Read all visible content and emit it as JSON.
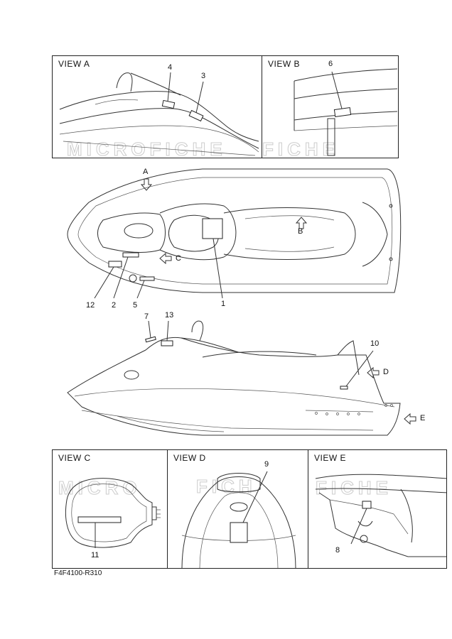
{
  "views": {
    "a": {
      "title": "VIEW A"
    },
    "b": {
      "title": "VIEW B"
    },
    "c": {
      "title": "VIEW C"
    },
    "d": {
      "title": "VIEW D"
    },
    "e": {
      "title": "VIEW E"
    }
  },
  "top_view": {
    "arrow_a": "A",
    "arrow_b": "B",
    "arrow_c": "C"
  },
  "side_view": {
    "arrow_d": "D",
    "arrow_e": "E"
  },
  "callouts": {
    "c1": "1",
    "c2": "2",
    "c3": "3",
    "c4": "4",
    "c5": "5",
    "c6": "6",
    "c7": "7",
    "c8": "8",
    "c9": "9",
    "c10": "10",
    "c11": "11",
    "c12": "12",
    "c13": "13"
  },
  "watermark": "MICROFICHE",
  "footer": {
    "code": "F4F4100-R310"
  }
}
